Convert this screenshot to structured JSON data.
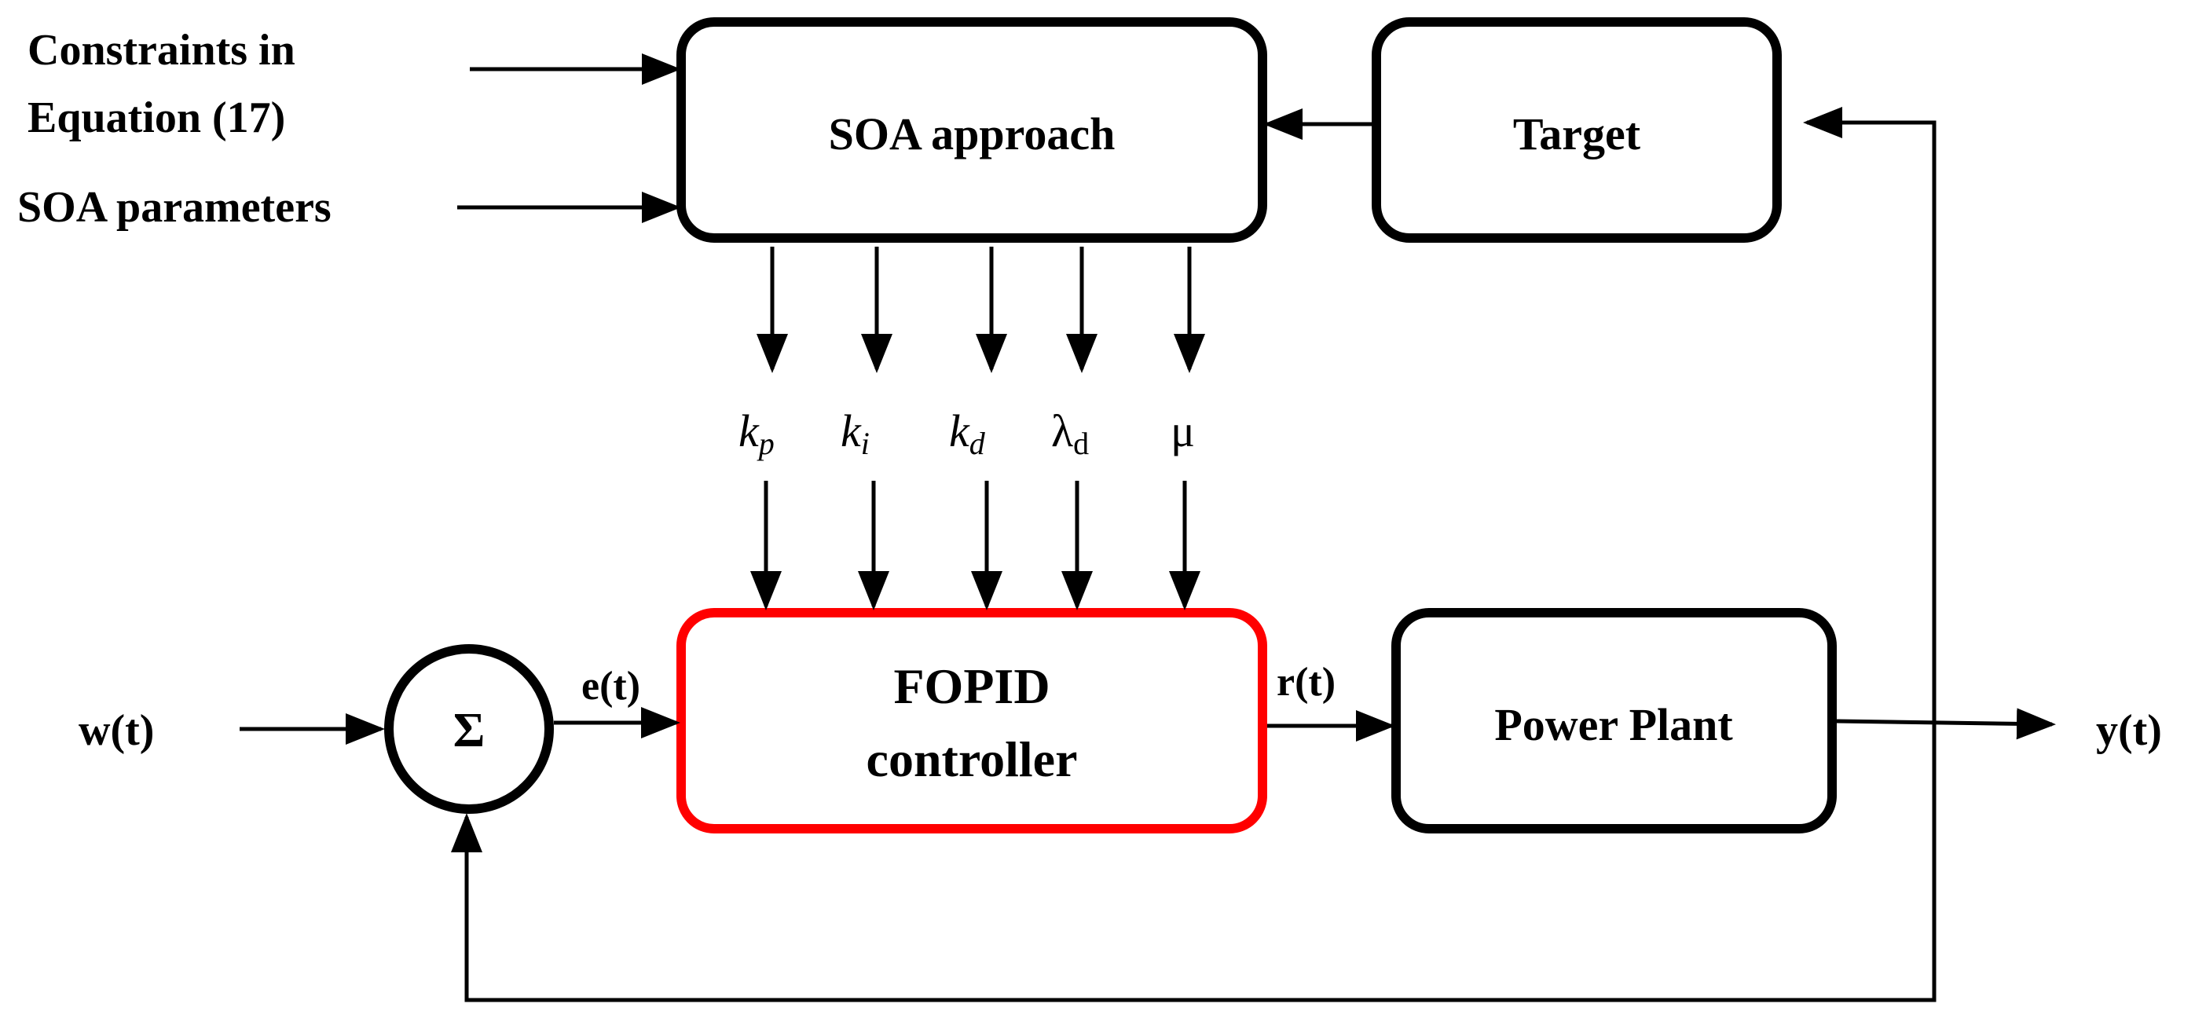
{
  "diagram": {
    "inputs": {
      "constraints_line1": "Constraints in",
      "constraints_line2": "Equation (17)",
      "soa_parameters": "SOA parameters"
    },
    "blocks": {
      "soa": "SOA approach",
      "target": "Target",
      "fopid_line1": "FOPID",
      "fopid_line2": "controller",
      "power_plant": "Power Plant",
      "summing": "Σ"
    },
    "params": {
      "kp": {
        "base": "k",
        "sub": "p"
      },
      "ki": {
        "base": "k",
        "sub": "i"
      },
      "kd": {
        "base": "k",
        "sub": "d"
      },
      "lambda": {
        "base": "λ",
        "sub": "d"
      },
      "mu": {
        "base": "μ",
        "sub": ""
      }
    },
    "signals": {
      "w": "w(t)",
      "e": "e(t)",
      "r": "r(t)",
      "y": "y(t)"
    },
    "colors": {
      "stroke": "#000000",
      "fopid_border": "#ff0000"
    }
  }
}
